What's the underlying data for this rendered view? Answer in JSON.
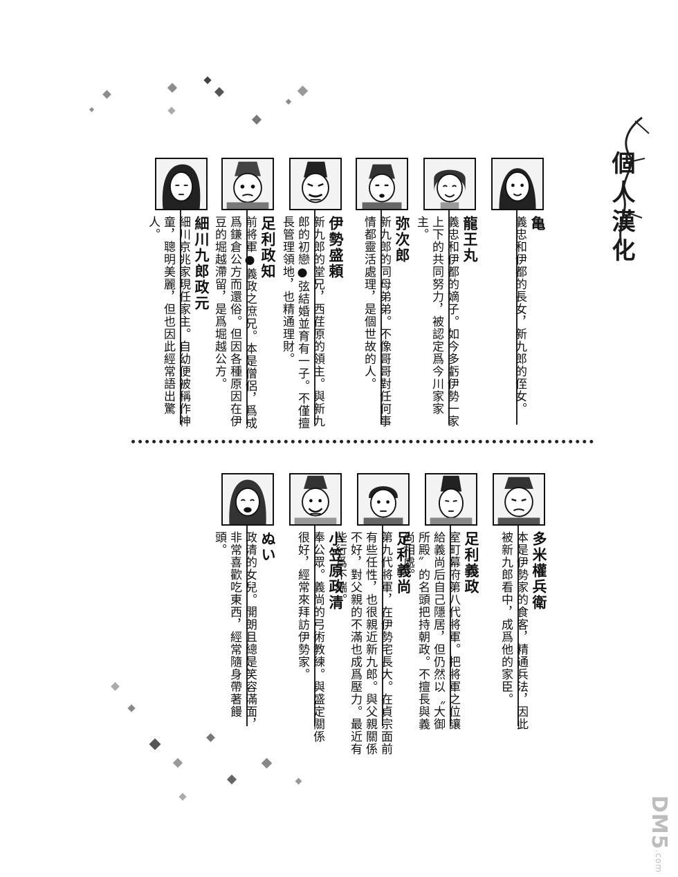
{
  "credit": {
    "name": "個人漢化"
  },
  "watermark": {
    "brand": "DM5",
    "suffix": ".com"
  },
  "characters_top": [
    {
      "name": "亀",
      "desc": "義忠和伊都的長女，新九郎的侄女。"
    },
    {
      "name": "龍王丸",
      "desc": "義忠和伊都的嫡子。如今多虧伊勢一家上下的共同努力，被認定爲今川家家主。"
    },
    {
      "name": "弥次郎",
      "desc": "新九郎的同母弟弟。不像哥哥對任何事情都靈活處理，是個世故的人。"
    },
    {
      "name": "伊勢盛頼",
      "desc": "新九郎的堂兄，西荏原的領主。與新九郎的初戀●弦結婚並育有一子。不僅擅長管理領地，也精通理財。"
    },
    {
      "name": "足利政知",
      "desc": "前將軍●義政之庶兄。本是僧侶，爲成爲鎌倉公方而還俗。但因各種原因在伊豆的堀越滯留，是爲堀越公方。"
    },
    {
      "name": "細川九郎政元",
      "desc": "細川京兆家現任家主。自幼便被稱作神童，聰明美麗，但也因此經常語出驚人。"
    }
  ],
  "characters_bottom": [
    {
      "name": "多米權兵衛",
      "desc": "本是伊勢家的食客，精通兵法，因此被新九郎看中，成爲他的家臣。"
    },
    {
      "name": "足利義政",
      "desc": "室町幕府第八代將軍。把將軍之位讓給義尚后自己隱居，但仍然以〝大御所殿〞的名頭把持朝政。不擅長與義尚相處。"
    },
    {
      "name": "足利義尚",
      "desc": "第九代將軍，在伊勢宅長大。在貞宗面前有些任性，也很親近新九郎。與父親關係不好，對父親的不滿也成爲壓力。最近有些行爲不端。"
    },
    {
      "name": "小笠原政清",
      "desc": "奉公眾。義尚的弓術教練。與盛定關係很好，經常來拜訪伊勢家。"
    },
    {
      "name": "ぬい",
      "desc": "政清的女兒。開朗且總是笑容滿面，非常喜歡吃東西，經常隨身帶著饅頭。"
    }
  ]
}
